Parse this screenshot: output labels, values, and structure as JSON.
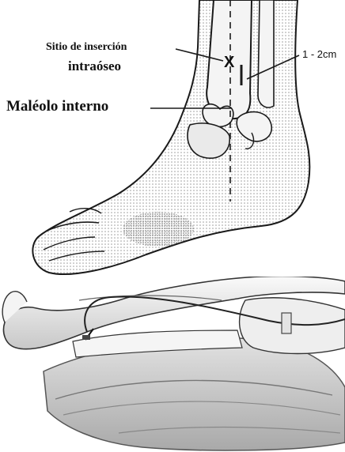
{
  "labels": {
    "insertion_site_line1": "Sitio de inserción",
    "insertion_site_line2": "intraóseo",
    "distance": "1 - 2cm",
    "medial_malleolus": "Maléolo interno",
    "insertion_mark": "X"
  },
  "colors": {
    "ink": "#1a1a1a",
    "skin_shade": "#bdbdbd",
    "bone": "#f2f2f2",
    "towel": "#cfcfcf",
    "tube": "#222222"
  },
  "icons": {
    "insertion_marker": "x-mark",
    "needle": "needle-icon"
  }
}
